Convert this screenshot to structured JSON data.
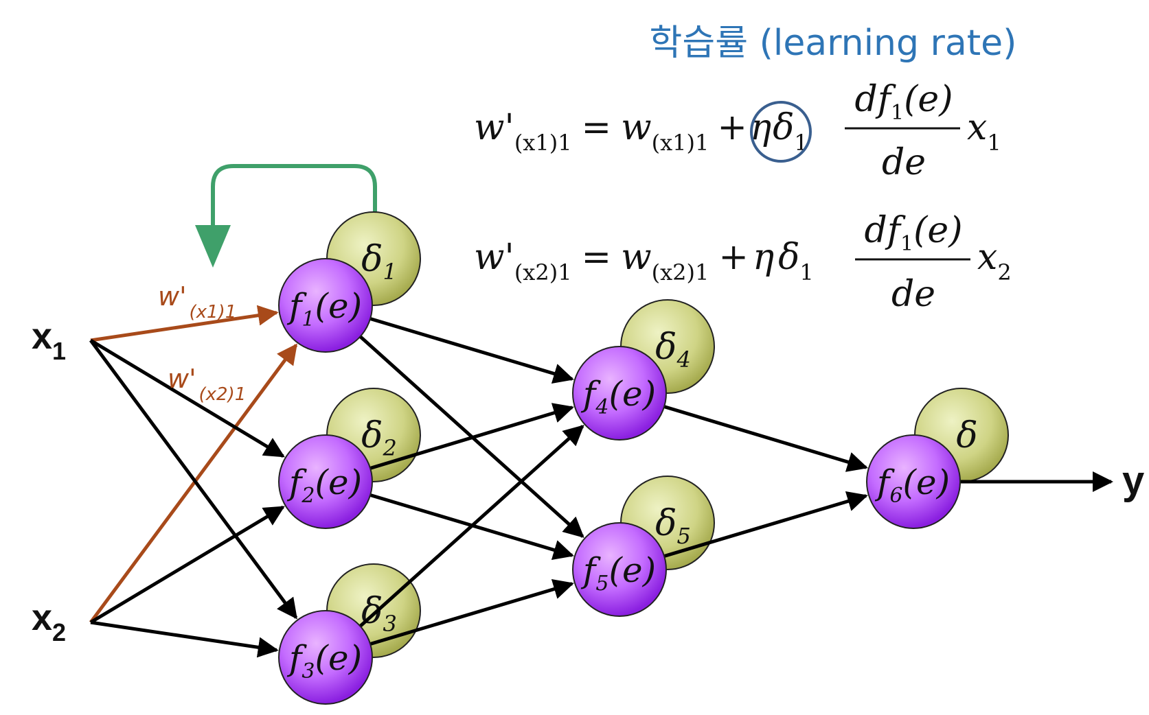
{
  "caption": "학습률 (learning rate)",
  "inputs": {
    "x1": {
      "base": "x",
      "sub": "1"
    },
    "x2": {
      "base": "x",
      "sub": "2"
    }
  },
  "output": {
    "label": "y"
  },
  "weight_labels": {
    "w1": {
      "base": "w'",
      "sub": "(x1)1"
    },
    "w2": {
      "base": "w'",
      "sub": "(x2)1"
    }
  },
  "neurons": [
    {
      "id": "f1",
      "base": "f",
      "sub": "1",
      "arg": "(e)",
      "delta_base": "δ",
      "delta_sub": "1"
    },
    {
      "id": "f2",
      "base": "f",
      "sub": "2",
      "arg": "(e)",
      "delta_base": "δ",
      "delta_sub": "2"
    },
    {
      "id": "f3",
      "base": "f",
      "sub": "3",
      "arg": "(e)",
      "delta_base": "δ",
      "delta_sub": "3"
    },
    {
      "id": "f4",
      "base": "f",
      "sub": "4",
      "arg": "(e)",
      "delta_base": "δ",
      "delta_sub": "4"
    },
    {
      "id": "f5",
      "base": "f",
      "sub": "5",
      "arg": "(e)",
      "delta_base": "δ",
      "delta_sub": "5"
    },
    {
      "id": "f6",
      "base": "f",
      "sub": "6",
      "arg": "(e)",
      "delta_base": "δ",
      "delta_sub": ""
    }
  ],
  "equations": [
    {
      "lhs_base": "w'",
      "lhs_sub": "(x1)1",
      "eq": "=",
      "w_base": "w",
      "w_sub": "(x1)1",
      "plus": "+",
      "eta": "η",
      "delta_base": "δ",
      "delta_sub": "1",
      "num_d": "d",
      "num_f": "f",
      "num_f_sub": "1",
      "num_arg": "(e)",
      "den": "de",
      "x_base": "x",
      "x_sub": "1"
    },
    {
      "lhs_base": "w'",
      "lhs_sub": "(x2)1",
      "eq": "=",
      "w_base": "w",
      "w_sub": "(x2)1",
      "plus": "+",
      "eta": "η",
      "delta_base": "δ",
      "delta_sub": "1",
      "num_d": "d",
      "num_f": "f",
      "num_f_sub": "1",
      "num_arg": "(e)",
      "den": "de",
      "x_base": "x",
      "x_sub": "2"
    }
  ],
  "colors": {
    "caption": "#2e75b6",
    "eta_circle": "#3a5f8f",
    "feedback_arrow": "#3fa06a",
    "weight_arrow": "#a84a1a",
    "edge": "#000000",
    "neuron_fill_center": "#e7a6ff",
    "neuron_fill_edge": "#9b30f0",
    "delta_fill_center": "#e6ebb0",
    "delta_fill_edge": "#a9b04e"
  }
}
